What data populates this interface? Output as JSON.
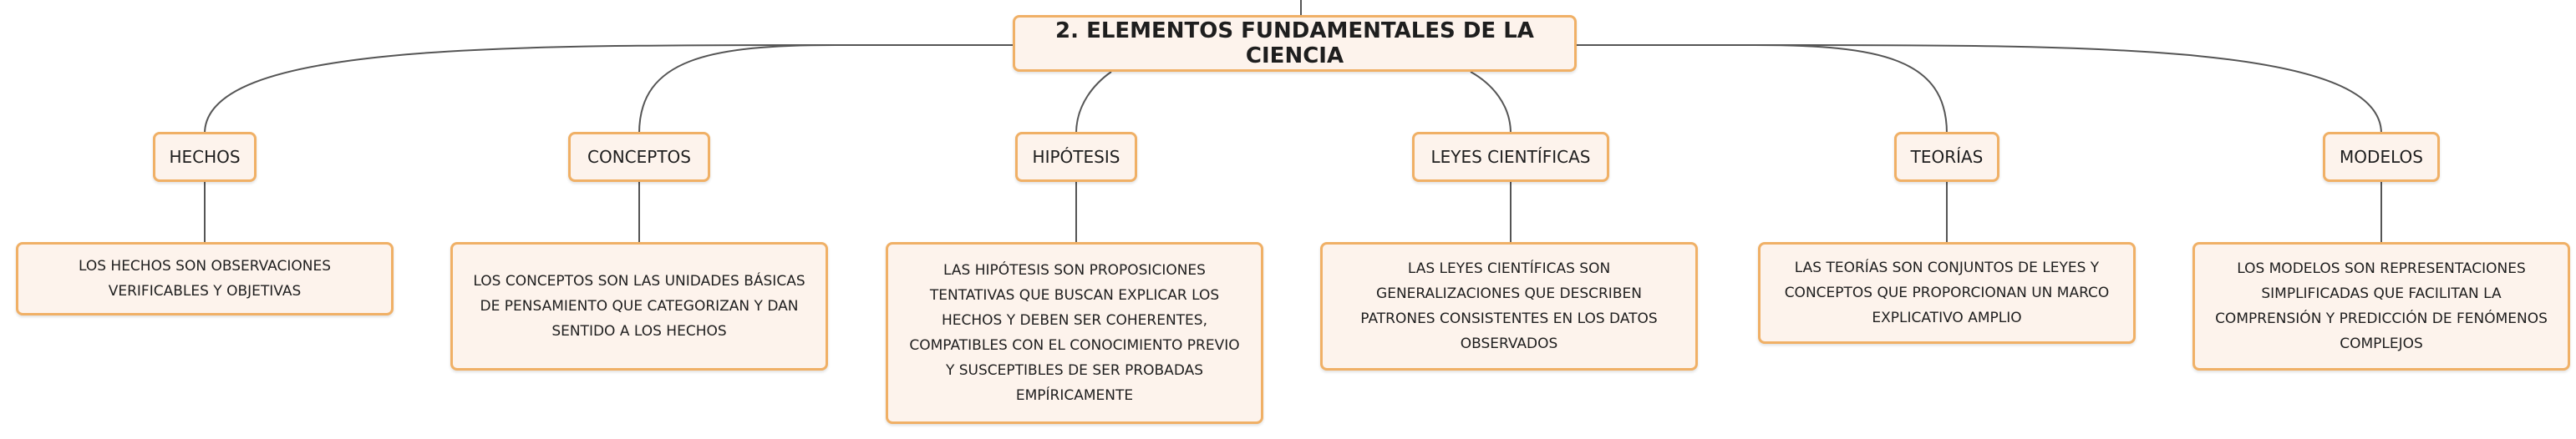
{
  "root": {
    "label": "2. ELEMENTOS FUNDAMENTALES DE LA CIENCIA"
  },
  "categories": [
    {
      "key": "hechos",
      "label": "HECHOS",
      "description": "LOS HECHOS SON OBSERVACIONES VERIFICABLES Y OBJETIVAS"
    },
    {
      "key": "conceptos",
      "label": "CONCEPTOS",
      "description": "LOS CONCEPTOS SON LAS UNIDADES BÁSICAS DE PENSAMIENTO QUE CATEGORIZAN Y DAN SENTIDO A LOS HECHOS"
    },
    {
      "key": "hipotesis",
      "label": "HIPÓTESIS",
      "description": "LAS HIPÓTESIS SON PROPOSICIONES TENTATIVAS QUE BUSCAN EXPLICAR LOS HECHOS Y DEBEN SER COHERENTES, COMPATIBLES CON EL CONOCIMIENTO PREVIO Y SUSCEPTIBLES DE SER PROBADAS EMPÍRICAMENTE"
    },
    {
      "key": "leyes",
      "label": "LEYES CIENTÍFICAS",
      "description": "LAS LEYES CIENTÍFICAS SON GENERALIZACIONES QUE DESCRIBEN PATRONES CONSISTENTES EN LOS DATOS OBSERVADOS"
    },
    {
      "key": "teorias",
      "label": "TEORÍAS",
      "description": "LAS TEORÍAS SON CONJUNTOS DE LEYES Y CONCEPTOS QUE PROPORCIONAN UN MARCO EXPLICATIVO AMPLIO"
    },
    {
      "key": "modelos",
      "label": "MODELOS",
      "description": "LOS MODELOS SON REPRESENTACIONES SIMPLIFICADAS QUE FACILITAN LA COMPRENSIÓN Y PREDICCIÓN DE FENÓMENOS COMPLEJOS"
    }
  ],
  "colors": {
    "box_fill": "#fdf3ec",
    "box_border": "#f0b066",
    "connector": "#555555",
    "text": "#1e1e1e"
  }
}
